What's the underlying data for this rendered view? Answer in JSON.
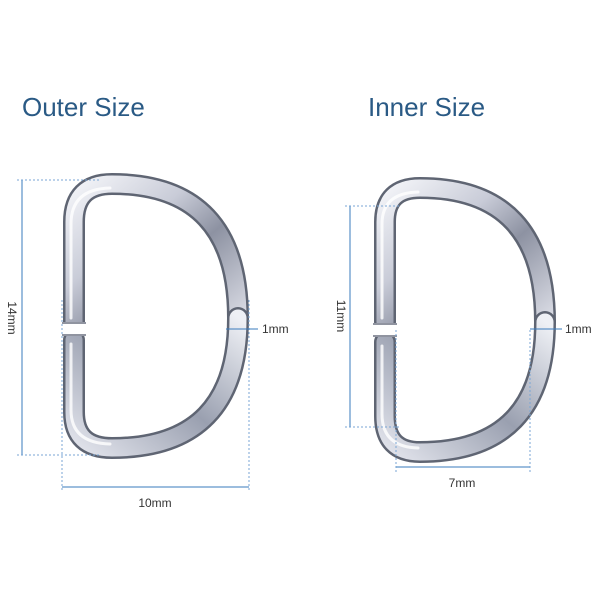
{
  "headings": {
    "outer": "Outer Size",
    "inner": "Inner Size"
  },
  "outer_dimensions": {
    "height": "14mm",
    "width": "10mm",
    "wire": "1mm"
  },
  "inner_dimensions": {
    "height": "11mm",
    "width": "7mm",
    "wire": "1mm"
  },
  "colors": {
    "heading": "#2a5a85",
    "guide_line": "#3a7bbd",
    "ring_highlight": "#e6e8f0",
    "ring_shadow": "#5f6573"
  }
}
